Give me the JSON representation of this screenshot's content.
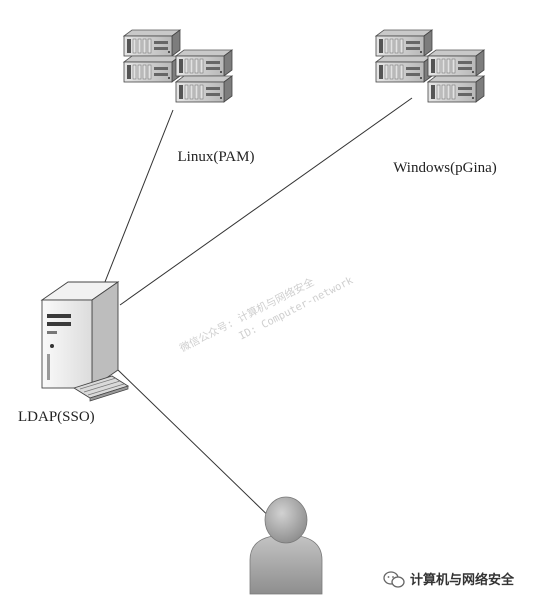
{
  "nodes": {
    "linux": {
      "label": "Linux(PAM)"
    },
    "windows": {
      "label": "Windows(pGina)"
    },
    "ldap": {
      "label": "LDAP(SSO)"
    }
  },
  "watermark": {
    "line1": "微信公众号: 计算机与网络安全",
    "line2": "ID: Computer-network"
  },
  "brand": {
    "icon": "wechat-icon",
    "label": "计算机与网络安全"
  },
  "colors": {
    "line": "#333333",
    "server_face": "#d4d4d4",
    "server_dark": "#8a8a8a",
    "person": "#a9a9a9",
    "watermark": "#cfcfcf"
  }
}
